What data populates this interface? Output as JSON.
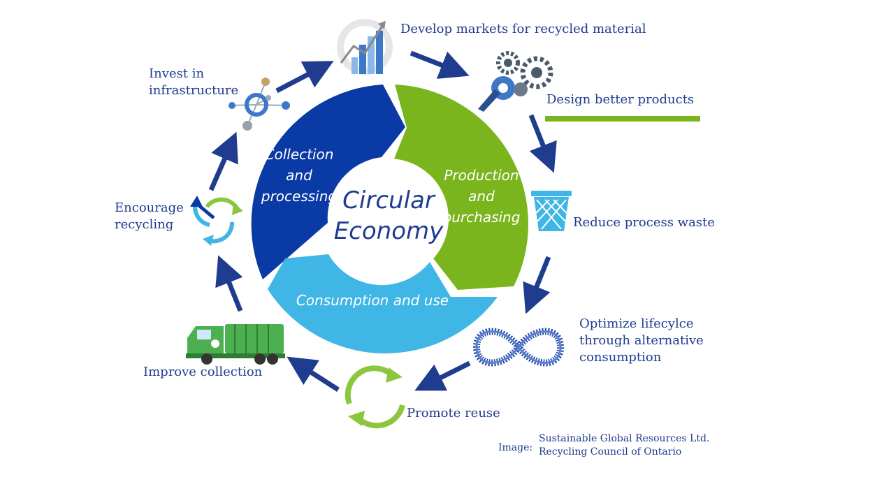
{
  "center": {
    "line1": "Circular",
    "line2": "Economy"
  },
  "segments": {
    "collection": {
      "line1": "Collection",
      "line2": "and",
      "line3": "processing",
      "color": "#0a3aa5"
    },
    "production": {
      "line1": "Production",
      "line2": "and",
      "line3": "purchasing",
      "color": "#7ab51d"
    },
    "consumption": {
      "line1": "Consumption and use",
      "color": "#3fb6e5"
    }
  },
  "steps": {
    "markets": "Develop markets for recycled material",
    "design": "Design better products",
    "waste": "Reduce process waste",
    "lifecycle": {
      "line1": "Optimize lifecylce",
      "line2": "through alternative",
      "line3": "consumption"
    },
    "reuse": "Promote reuse",
    "collection": "Improve collection",
    "recycling": {
      "line1": "Encourage",
      "line2": "recycling"
    },
    "infrastructure": {
      "line1": "Invest in",
      "line2": "infrastructure"
    }
  },
  "credit": {
    "prefix": "Image:",
    "line1": "Sustainable Global Resources Ltd.",
    "line2": "Recycling Council of Ontario"
  },
  "colors": {
    "arrow": "#1f3c8f",
    "accent_green": "#7ab51d",
    "light_green": "#8cc63f",
    "light_blue": "#3fb6e5",
    "dark_blue": "#0a3aa5"
  },
  "icons": [
    "chart-icon",
    "gears-icon",
    "wastebasket-icon",
    "infinity-icon",
    "reuse-cycle-icon",
    "garbage-truck-icon",
    "recycle-arrows-icon",
    "network-hub-icon"
  ]
}
